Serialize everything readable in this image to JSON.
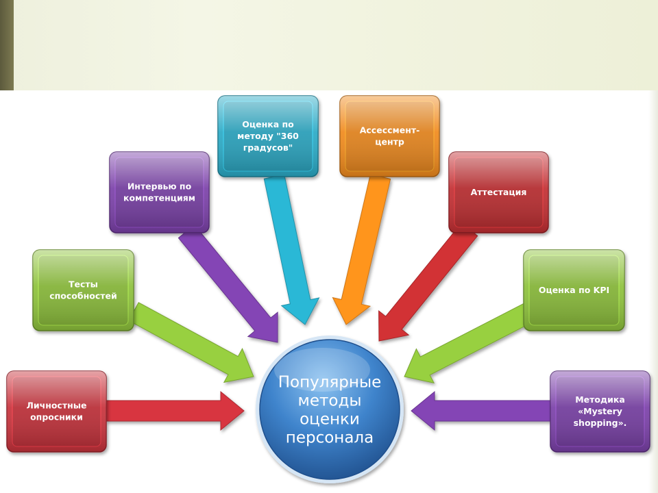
{
  "center": {
    "lines": [
      "Популярные",
      "методы",
      "оценки",
      "персонала"
    ],
    "color": "#3f84cc"
  },
  "methods": [
    {
      "id": "personality",
      "lines": [
        "Личностные",
        "опросники"
      ],
      "color": "#c8303a"
    },
    {
      "id": "ability-tests",
      "lines": [
        "Тесты",
        "способностей"
      ],
      "color": "#8dc13a"
    },
    {
      "id": "competency-interview",
      "lines": [
        "Интервью по",
        "компетенциям"
      ],
      "color": "#7a3fa8"
    },
    {
      "id": "method-360",
      "lines": [
        "Оценка по",
        "методу \"360",
        "градусов\""
      ],
      "color": "#29aac6"
    },
    {
      "id": "assessment-center",
      "lines": [
        "Ассесcмент-",
        "центр"
      ],
      "color": "#f08a1c"
    },
    {
      "id": "attestation",
      "lines": [
        "Аттестация"
      ],
      "color": "#c22d30"
    },
    {
      "id": "kpi",
      "lines": [
        "Оценка по KPI"
      ],
      "color": "#8dc13a"
    },
    {
      "id": "mystery-shopping",
      "lines": [
        "Методика",
        "«Mystery",
        "shopping»."
      ],
      "color": "#7a3fa8"
    }
  ]
}
